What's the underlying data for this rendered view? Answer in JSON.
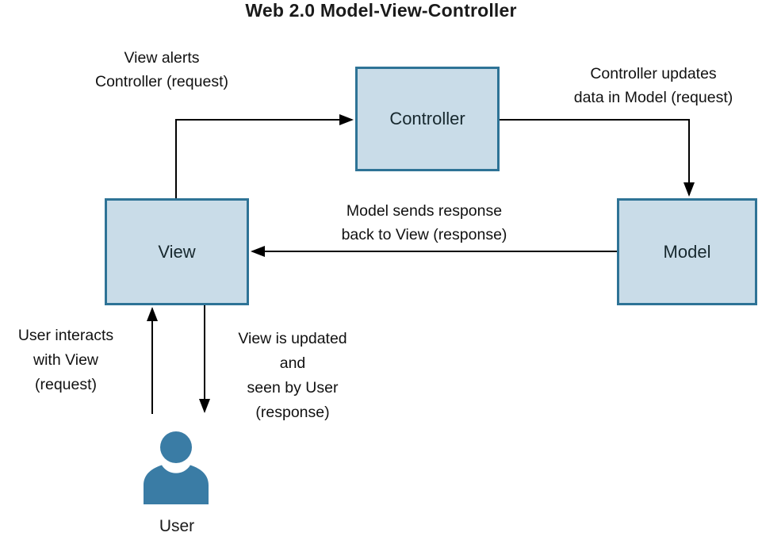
{
  "title": "Web 2.0 Model-View-Controller",
  "colors": {
    "box_fill": "#c9dce8",
    "box_border": "#2e7396",
    "arrow": "#000000",
    "user_icon": "#3a7ca5",
    "text": "#111111"
  },
  "nodes": {
    "controller": {
      "label": "Controller"
    },
    "view": {
      "label": "View"
    },
    "model": {
      "label": "Model"
    },
    "user": {
      "label": "User"
    }
  },
  "edges": {
    "view_to_controller": {
      "lines": [
        "View alerts",
        "Controller (request)"
      ]
    },
    "controller_to_model": {
      "lines": [
        "Controller updates",
        "data in Model (request)"
      ]
    },
    "model_to_view": {
      "lines": [
        "Model sends response",
        "back to View (response)"
      ]
    },
    "user_to_view": {
      "lines": [
        "User interacts",
        "with View",
        "(request)"
      ]
    },
    "view_to_user": {
      "lines": [
        "View is updated",
        "and",
        "seen by User",
        "(response)"
      ]
    }
  }
}
